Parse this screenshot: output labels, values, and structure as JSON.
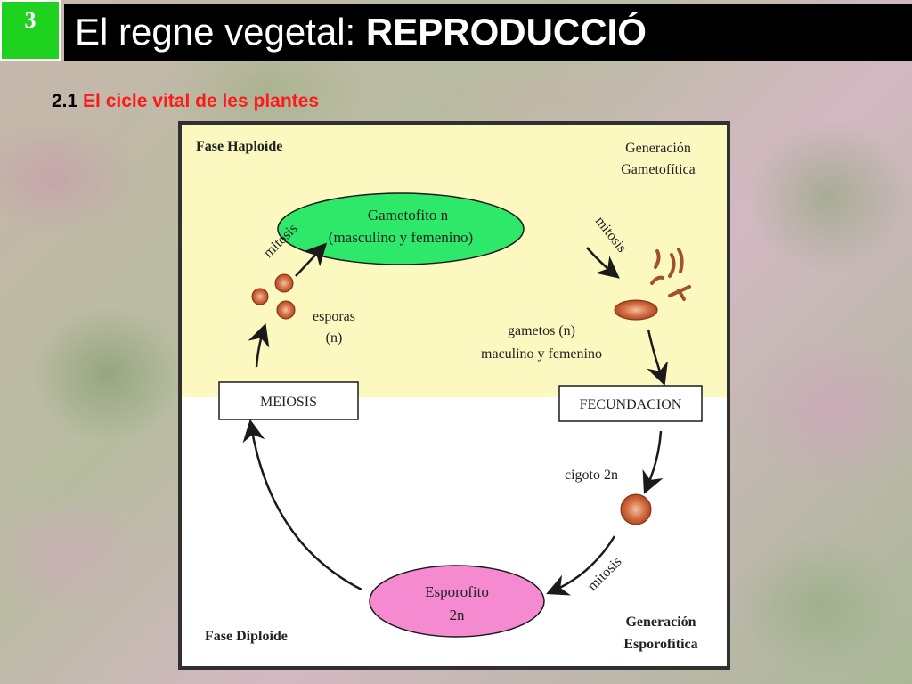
{
  "slide": {
    "number": "3",
    "title_regular": "El regne vegetal: ",
    "title_bold": "REPRODUCCIÓ",
    "subtitle_number": "2.1",
    "subtitle_text": "El cicle vital de les plantes"
  },
  "diagram": {
    "phase_haploid": "Fase Haploide",
    "phase_diploid": "Fase Diploide",
    "generation_gametophytic_1": "Generación",
    "generation_gametophytic_2": "Gametofítica",
    "generation_sporophytic_1": "Generación",
    "generation_sporophytic_2": "Esporofítica",
    "gametophyte_line1": "Gametofito n",
    "gametophyte_line2": "(masculino y femenino)",
    "sporophyte_line1": "Esporofito",
    "sporophyte_line2": "2n",
    "meiosis": "MEIOSIS",
    "fecundation": "FECUNDACION",
    "mitosis_left": "mitosis",
    "mitosis_right": "mitosis",
    "mitosis_bottom": "mitosis",
    "spores_line1": "esporas",
    "spores_line2": "(n)",
    "gametes_line1": "gametos (n)",
    "gametes_line2": "maculino y femenino",
    "zygote": "cigoto 2n",
    "colors": {
      "haploid_bg": "#fbf8c0",
      "diploid_bg": "#ffffff",
      "gametophyte": "#2ee86a",
      "sporophyte": "#f58ad0",
      "cell": "#d8734a"
    }
  }
}
